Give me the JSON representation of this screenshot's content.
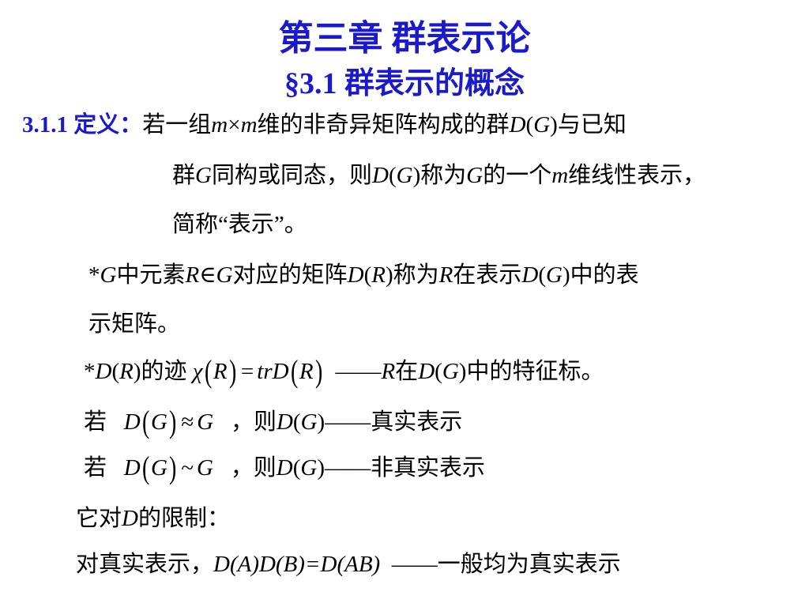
{
  "slide": {
    "chapter_title": "第三章  群表示论",
    "section_title": "§3.1  群表示的概念",
    "definition": {
      "label": "3.1.1  定义：",
      "line1_prefix": "若一组",
      "m": "m",
      "times": "×",
      "line1_suffix": "维的非奇异矩阵构成的群",
      "D": "D",
      "G": "G",
      "line1_end": "与已知",
      "line2_a": "群",
      "line2_b": "同构或同态，则",
      "line2_c": "称为",
      "line2_d": "的一个",
      "line2_e": "维线性表示，",
      "line3": "简称“表示”。"
    },
    "note1": {
      "star": "*",
      "a": "中元素",
      "R": "R",
      "in": "∈",
      "b": "对应的矩阵",
      "c": "称为",
      "d": "在表示",
      "e": "中的表",
      "line2": "示矩阵。"
    },
    "note2": {
      "star": "*",
      "a": "的迹",
      "chi": "χ",
      "eq": "=",
      "tr": "tr",
      "dash": "——",
      "b": "在",
      "c": "中的特征标。"
    },
    "faithful": {
      "ruo": "若",
      "approx": "≈",
      "comma_then": "，则",
      "dash": "——",
      "text": "真实表示"
    },
    "unfaithful": {
      "ruo": "若",
      "sim": "~",
      "comma_then": "，则",
      "dash": "——",
      "text": "非真实表示"
    },
    "restriction": {
      "a": "它对",
      "b": "的限制："
    },
    "faithful_rule": {
      "a": "对真实表示，",
      "product": "D(A)D(B)=D(AB)",
      "dash": "——",
      "b": "一般均为真实表示"
    }
  }
}
